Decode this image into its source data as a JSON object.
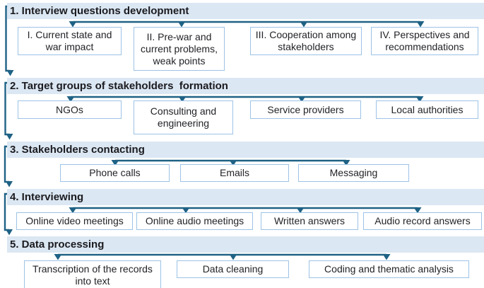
{
  "diagram": {
    "type": "process-flow",
    "colors": {
      "header_background": "#dbe7f3",
      "connector_line": "#1f6285",
      "box_border": "#9dc3e6",
      "text": "#1b1b1f"
    },
    "sections": [
      {
        "label": "1. Interview questions development",
        "boxes": [
          "I. Current state and war impact",
          "II. Pre-war and current problems, weak points",
          "III. Cooperation among stakeholders",
          "IV. Perspectives and recommendations"
        ]
      },
      {
        "label": "2. Target groups of stakeholders  formation",
        "boxes": [
          "NGOs",
          "Consulting and engineering",
          "Service providers",
          "Local authorities"
        ]
      },
      {
        "label": "3. Stakeholders contacting",
        "boxes": [
          "Phone calls",
          "Emails",
          "Messaging"
        ]
      },
      {
        "label": "4. Interviewing",
        "boxes": [
          "Online video meetings",
          "Online audio meetings",
          "Written answers",
          "Audio record answers"
        ]
      },
      {
        "label": "5. Data processing",
        "boxes": [
          "Transcription of the records into text",
          "Data cleaning",
          "Coding and thematic analysis"
        ]
      }
    ]
  }
}
